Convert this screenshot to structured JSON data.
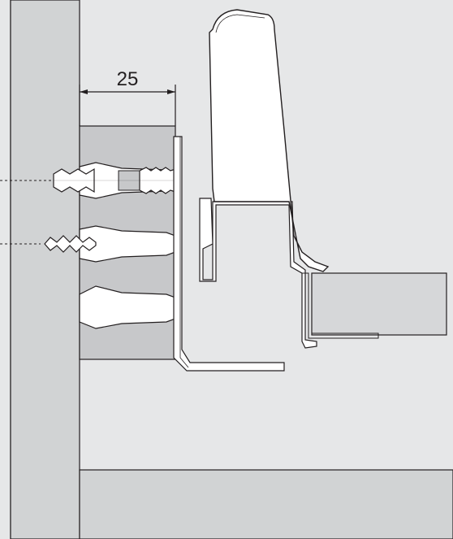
{
  "dimension": {
    "value": "25"
  },
  "colors": {
    "background": "#e6e7e8",
    "wall_panel": "#d1d3d4",
    "block": "#c7c8ca",
    "outline": "#231f20",
    "part_fill": "#ffffff",
    "drawer_panel": "#d6d7d9"
  },
  "parts": {
    "icons": [
      "wall-panel",
      "mounting-block",
      "wall-plug",
      "screw",
      "bracket",
      "rail-cover",
      "drawer-panel"
    ]
  }
}
